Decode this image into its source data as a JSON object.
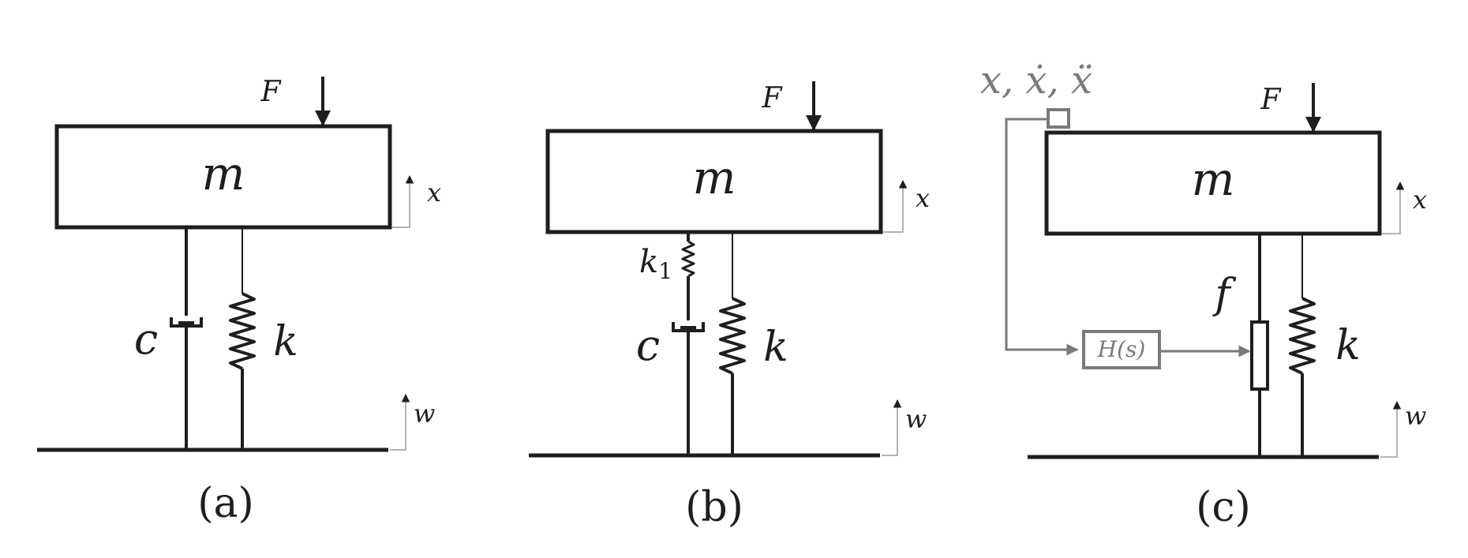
{
  "colors": {
    "ink": "#1e1e1e",
    "gray": "#7a7a7a",
    "light_gray": "#9a9a9a"
  },
  "diagrams": [
    {
      "mass_label": "m",
      "force_label": "F",
      "x_label": "x",
      "w_label": "w",
      "damper_label": "c",
      "spring_label": "k",
      "caption": "(a)"
    },
    {
      "mass_label": "m",
      "force_label": "F",
      "x_label": "x",
      "w_label": "w",
      "series_spring_label": "k",
      "series_spring_subscript": "1",
      "damper_label": "c",
      "spring_label": "k",
      "caption": "(b)"
    },
    {
      "mass_label": "m",
      "force_label": "F",
      "x_label": "x",
      "w_label": "w",
      "sensor_label": "x, ẋ, ẍ",
      "controller_label": "H(s)",
      "actuator_label": "f",
      "spring_label": "k",
      "caption": "(c)"
    }
  ]
}
